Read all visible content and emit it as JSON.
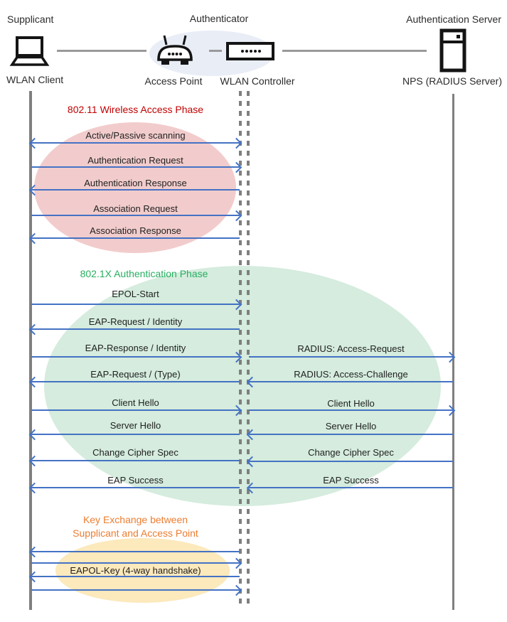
{
  "header": {
    "supplicant_role": "Supplicant",
    "authenticator_role": "Authenticator",
    "server_role": "Authentication Server",
    "wlan_client_label": "WLAN Client",
    "access_point_label": "Access Point",
    "wlan_controller_label": "WLAN Controller",
    "nps_label": "NPS (RADIUS Server)"
  },
  "phases": {
    "wireless_access": {
      "title": "802.11 Wireless Access Phase",
      "title_color": "#C00000",
      "fill": "#F2CCCC"
    },
    "authentication": {
      "title": "802.1X Authentication Phase",
      "title_color": "#27AE60",
      "fill": "#D5ECDE"
    },
    "key_exchange": {
      "title_line1": "Key Exchange between",
      "title_line2": "Supplicant and Access Point",
      "title_color": "#ED7D31",
      "fill": "#FCE9BC"
    }
  },
  "messages": {
    "client_to_controller": [
      {
        "label": "Active/Passive scanning",
        "direction": "both"
      },
      {
        "label": "Authentication Request",
        "direction": "right"
      },
      {
        "label": "Authentication Response",
        "direction": "left"
      },
      {
        "label": "Association Request",
        "direction": "right"
      },
      {
        "label": "Association Response",
        "direction": "left"
      },
      {
        "label": "EPOL-Start",
        "direction": "right"
      },
      {
        "label": "EAP-Request / Identity",
        "direction": "left"
      },
      {
        "label": "EAP-Response / Identity",
        "direction": "right"
      },
      {
        "label": "EAP-Request / (Type)",
        "direction": "left"
      },
      {
        "label": "Client Hello",
        "direction": "right"
      },
      {
        "label": "Server Hello",
        "direction": "left"
      },
      {
        "label": "Change Cipher Spec",
        "direction": "left"
      },
      {
        "label": "EAP Success",
        "direction": "left"
      },
      {
        "label": "",
        "direction": "left"
      },
      {
        "label": "",
        "direction": "right"
      },
      {
        "label": "EAPOL-Key (4-way handshake)",
        "direction": "left"
      },
      {
        "label": "",
        "direction": "right"
      }
    ],
    "controller_to_server": [
      {
        "label": "RADIUS: Access-Request",
        "direction": "right"
      },
      {
        "label": "RADIUS: Access-Challenge",
        "direction": "left"
      },
      {
        "label": "Client Hello",
        "direction": "right"
      },
      {
        "label": "Server Hello",
        "direction": "left"
      },
      {
        "label": "Change Cipher Spec",
        "direction": "left"
      },
      {
        "label": "EAP Success",
        "direction": "left"
      }
    ]
  },
  "colors": {
    "arrow": "#4472C4",
    "lifeline": "#7F7F7F",
    "authenticator_group_fill": "#E9EDF6"
  }
}
